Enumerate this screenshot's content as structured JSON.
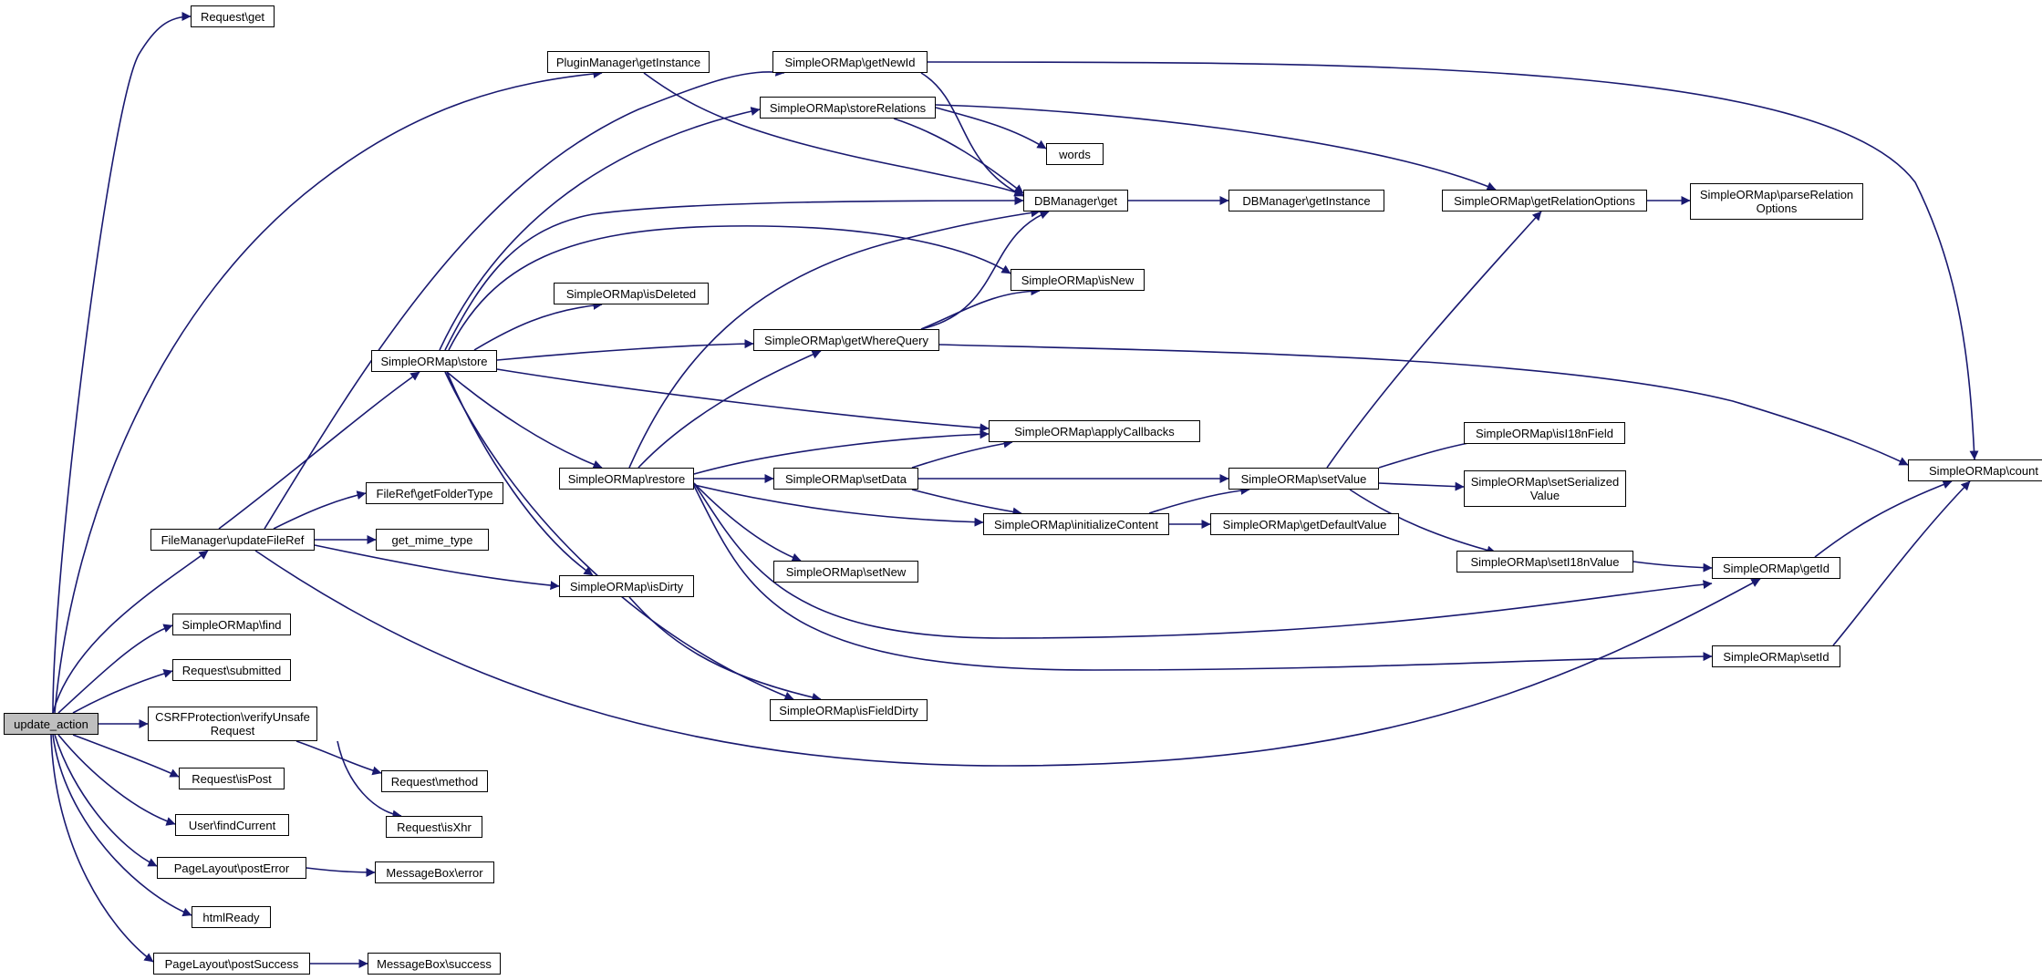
{
  "graph": {
    "root": "update_action",
    "nodes": [
      {
        "id": "update_action",
        "label": "update_action",
        "root": true
      },
      {
        "id": "req_get",
        "label": "Request\\get"
      },
      {
        "id": "pm_getInstance",
        "label": "PluginManager\\getInstance"
      },
      {
        "id": "sorm_getNewId",
        "label": "SimpleORMap\\getNewId"
      },
      {
        "id": "sorm_storeRelations",
        "label": "SimpleORMap\\storeRelations"
      },
      {
        "id": "words",
        "label": "words"
      },
      {
        "id": "dbm_get",
        "label": "DBManager\\get"
      },
      {
        "id": "dbm_getInstance",
        "label": "DBManager\\getInstance"
      },
      {
        "id": "sorm_getRelationOptions",
        "label": "SimpleORMap\\getRelationOptions"
      },
      {
        "id": "sorm_parseRelationOptions",
        "label": "SimpleORMap\\parseRelation\nOptions"
      },
      {
        "id": "sorm_isNew",
        "label": "SimpleORMap\\isNew"
      },
      {
        "id": "sorm_isDeleted",
        "label": "SimpleORMap\\isDeleted"
      },
      {
        "id": "sorm_getWhereQuery",
        "label": "SimpleORMap\\getWhereQuery"
      },
      {
        "id": "sorm_store",
        "label": "SimpleORMap\\store"
      },
      {
        "id": "sorm_applyCallbacks",
        "label": "SimpleORMap\\applyCallbacks"
      },
      {
        "id": "sorm_isI18nField",
        "label": "SimpleORMap\\isI18nField"
      },
      {
        "id": "sorm_count",
        "label": "SimpleORMap\\count"
      },
      {
        "id": "sorm_restore",
        "label": "SimpleORMap\\restore"
      },
      {
        "id": "sorm_setData",
        "label": "SimpleORMap\\setData"
      },
      {
        "id": "sorm_setValue",
        "label": "SimpleORMap\\setValue"
      },
      {
        "id": "sorm_setSerializedValue",
        "label": "SimpleORMap\\setSerialized\nValue"
      },
      {
        "id": "fileref_getFolderType",
        "label": "FileRef\\getFolderType"
      },
      {
        "id": "fm_updateFileRef",
        "label": "FileManager\\updateFileRef"
      },
      {
        "id": "get_mime_type",
        "label": "get_mime_type"
      },
      {
        "id": "sorm_initializeContent",
        "label": "SimpleORMap\\initializeContent"
      },
      {
        "id": "sorm_getDefaultValue",
        "label": "SimpleORMap\\getDefaultValue"
      },
      {
        "id": "sorm_setI18nValue",
        "label": "SimpleORMap\\setI18nValue"
      },
      {
        "id": "sorm_getId",
        "label": "SimpleORMap\\getId"
      },
      {
        "id": "sorm_setNew",
        "label": "SimpleORMap\\setNew"
      },
      {
        "id": "sorm_isDirty",
        "label": "SimpleORMap\\isDirty"
      },
      {
        "id": "sorm_find",
        "label": "SimpleORMap\\find"
      },
      {
        "id": "req_submitted",
        "label": "Request\\submitted"
      },
      {
        "id": "sorm_setId",
        "label": "SimpleORMap\\setId"
      },
      {
        "id": "csrf_verify",
        "label": "CSRFProtection\\verifyUnsafe\nRequest"
      },
      {
        "id": "sorm_isFieldDirty",
        "label": "SimpleORMap\\isFieldDirty"
      },
      {
        "id": "req_isPost",
        "label": "Request\\isPost"
      },
      {
        "id": "req_method",
        "label": "Request\\method"
      },
      {
        "id": "user_findCurrent",
        "label": "User\\findCurrent"
      },
      {
        "id": "req_isXhr",
        "label": "Request\\isXhr"
      },
      {
        "id": "pl_postError",
        "label": "PageLayout\\postError"
      },
      {
        "id": "mb_error",
        "label": "MessageBox\\error"
      },
      {
        "id": "htmlReady",
        "label": "htmlReady"
      },
      {
        "id": "pl_postSuccess",
        "label": "PageLayout\\postSuccess"
      },
      {
        "id": "mb_success",
        "label": "MessageBox\\success"
      }
    ],
    "edges": [
      [
        "update_action",
        "req_get"
      ],
      [
        "update_action",
        "pm_getInstance"
      ],
      [
        "update_action",
        "fm_updateFileRef"
      ],
      [
        "update_action",
        "sorm_find"
      ],
      [
        "update_action",
        "req_submitted"
      ],
      [
        "update_action",
        "csrf_verify"
      ],
      [
        "update_action",
        "req_isPost"
      ],
      [
        "update_action",
        "user_findCurrent"
      ],
      [
        "update_action",
        "pl_postError"
      ],
      [
        "update_action",
        "htmlReady"
      ],
      [
        "update_action",
        "pl_postSuccess"
      ],
      [
        "pm_getInstance",
        "dbm_get"
      ],
      [
        "fm_updateFileRef",
        "sorm_getNewId"
      ],
      [
        "fm_updateFileRef",
        "sorm_store"
      ],
      [
        "fm_updateFileRef",
        "fileref_getFolderType"
      ],
      [
        "fm_updateFileRef",
        "get_mime_type"
      ],
      [
        "fm_updateFileRef",
        "sorm_isDirty"
      ],
      [
        "fm_updateFileRef",
        "sorm_getId"
      ],
      [
        "sorm_getNewId",
        "dbm_get"
      ],
      [
        "sorm_getNewId",
        "sorm_count"
      ],
      [
        "sorm_storeRelations",
        "words"
      ],
      [
        "sorm_storeRelations",
        "dbm_get"
      ],
      [
        "sorm_storeRelations",
        "sorm_getRelationOptions"
      ],
      [
        "dbm_get",
        "dbm_getInstance"
      ],
      [
        "sorm_getRelationOptions",
        "sorm_parseRelationOptions"
      ],
      [
        "sorm_store",
        "sorm_storeRelations"
      ],
      [
        "sorm_store",
        "dbm_get"
      ],
      [
        "sorm_store",
        "sorm_isNew"
      ],
      [
        "sorm_store",
        "sorm_isDeleted"
      ],
      [
        "sorm_store",
        "sorm_getWhereQuery"
      ],
      [
        "sorm_store",
        "sorm_applyCallbacks"
      ],
      [
        "sorm_store",
        "sorm_restore"
      ],
      [
        "sorm_store",
        "sorm_isDirty"
      ],
      [
        "sorm_store",
        "sorm_isFieldDirty"
      ],
      [
        "sorm_getWhereQuery",
        "dbm_get"
      ],
      [
        "sorm_getWhereQuery",
        "sorm_isNew"
      ],
      [
        "sorm_getWhereQuery",
        "sorm_count"
      ],
      [
        "sorm_restore",
        "dbm_get"
      ],
      [
        "sorm_restore",
        "sorm_getWhereQuery"
      ],
      [
        "sorm_restore",
        "sorm_applyCallbacks"
      ],
      [
        "sorm_restore",
        "sorm_setData"
      ],
      [
        "sorm_restore",
        "sorm_initializeContent"
      ],
      [
        "sorm_restore",
        "sorm_setNew"
      ],
      [
        "sorm_restore",
        "sorm_getId"
      ],
      [
        "sorm_restore",
        "sorm_setId"
      ],
      [
        "sorm_setData",
        "sorm_applyCallbacks"
      ],
      [
        "sorm_setData",
        "sorm_setValue"
      ],
      [
        "sorm_setData",
        "sorm_initializeContent"
      ],
      [
        "sorm_initializeContent",
        "sorm_setValue"
      ],
      [
        "sorm_initializeContent",
        "sorm_getDefaultValue"
      ],
      [
        "sorm_setValue",
        "sorm_getRelationOptions"
      ],
      [
        "sorm_setValue",
        "sorm_isI18nField"
      ],
      [
        "sorm_setValue",
        "sorm_setSerializedValue"
      ],
      [
        "sorm_setValue",
        "sorm_setI18nValue"
      ],
      [
        "sorm_setI18nValue",
        "sorm_getId"
      ],
      [
        "sorm_getId",
        "sorm_count"
      ],
      [
        "sorm_setId",
        "sorm_count"
      ],
      [
        "sorm_isDirty",
        "sorm_isFieldDirty"
      ],
      [
        "csrf_verify",
        "req_method"
      ],
      [
        "csrf_verify",
        "req_isXhr"
      ],
      [
        "pl_postError",
        "mb_error"
      ],
      [
        "pl_postSuccess",
        "mb_success"
      ]
    ]
  }
}
